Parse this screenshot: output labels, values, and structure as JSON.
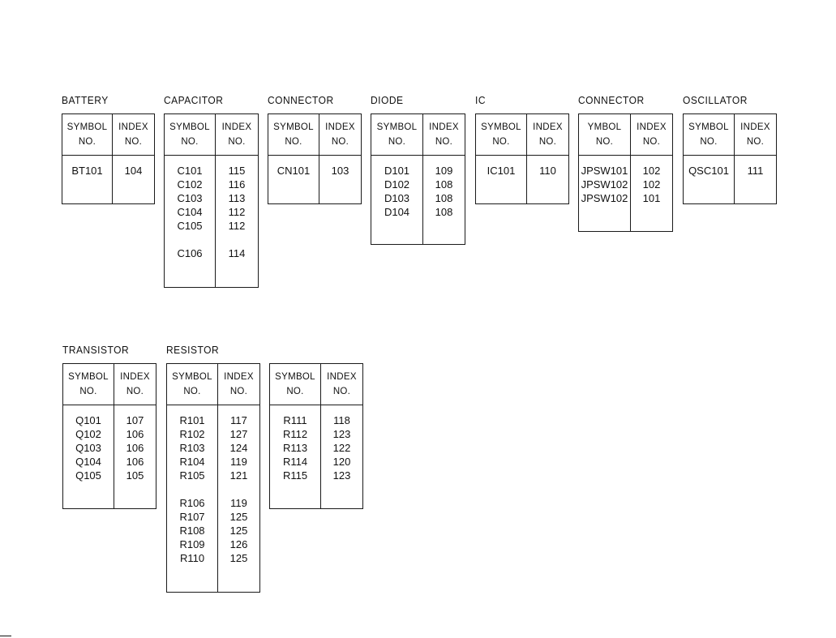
{
  "header_symbol_line1": "SYMBOL",
  "header_symbol_line2": "NO.",
  "header_index_line1": "INDEX",
  "header_index_line2": "NO.",
  "groups": [
    {
      "title": "BATTERY",
      "symbol_header": "SYMBOL",
      "rows": [
        [
          "BT101",
          "104"
        ]
      ]
    },
    {
      "title": "CAPACITOR",
      "symbol_header": "SYMBOL",
      "rows": [
        [
          "C101",
          "115"
        ],
        [
          "C102",
          "116"
        ],
        [
          "C103",
          "113"
        ],
        [
          "C104",
          "112"
        ],
        [
          "C105",
          "112"
        ],
        [
          "",
          ""
        ],
        [
          "C106",
          "114"
        ]
      ]
    },
    {
      "title": "CONNECTOR",
      "symbol_header": "SYMBOL",
      "rows": [
        [
          "CN101",
          "103"
        ]
      ]
    },
    {
      "title": "DIODE",
      "symbol_header": "SYMBOL",
      "rows": [
        [
          "D101",
          "109"
        ],
        [
          "D102",
          "108"
        ],
        [
          "D103",
          "108"
        ],
        [
          "D104",
          "108"
        ]
      ]
    },
    {
      "title": "IC",
      "symbol_header": "SYMBOL",
      "rows": [
        [
          "IC101",
          "110"
        ]
      ]
    },
    {
      "title": "CONNECTOR",
      "symbol_header": "YMBOL",
      "rows": [
        [
          "JPSW101",
          "102"
        ],
        [
          "JPSW102",
          "102"
        ],
        [
          "JPSW102",
          "101"
        ]
      ]
    },
    {
      "title": "OSCILLATOR",
      "symbol_header": "SYMBOL",
      "rows": [
        [
          "QSC101",
          "111"
        ]
      ]
    },
    {
      "title": "TRANSISTOR",
      "symbol_header": "SYMBOL",
      "rows": [
        [
          "Q101",
          "107"
        ],
        [
          "Q102",
          "106"
        ],
        [
          "Q103",
          "106"
        ],
        [
          "Q104",
          "106"
        ],
        [
          "Q105",
          "105"
        ]
      ]
    },
    {
      "title": "RESISTOR",
      "symbol_header": "SYMBOL",
      "rows": [
        [
          "R101",
          "117"
        ],
        [
          "R102",
          "127"
        ],
        [
          "R103",
          "124"
        ],
        [
          "R104",
          "119"
        ],
        [
          "R105",
          "121"
        ],
        [
          "",
          ""
        ],
        [
          "R106",
          "119"
        ],
        [
          "R107",
          "125"
        ],
        [
          "R108",
          "125"
        ],
        [
          "R109",
          "126"
        ],
        [
          "R110",
          "125"
        ]
      ]
    },
    {
      "title": "",
      "symbol_header": "SYMBOL",
      "rows": [
        [
          "R111",
          "118"
        ],
        [
          "R112",
          "123"
        ],
        [
          "R113",
          "122"
        ],
        [
          "R114",
          "120"
        ],
        [
          "R115",
          "123"
        ]
      ]
    }
  ]
}
